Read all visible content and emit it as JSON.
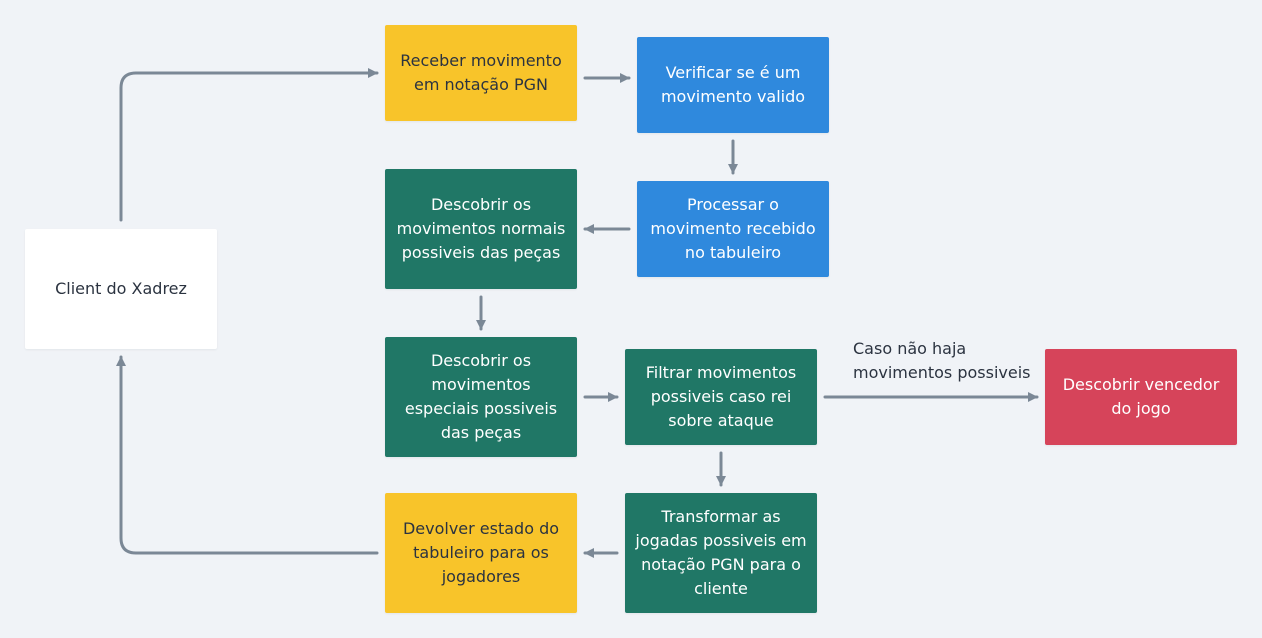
{
  "colors": {
    "background": "#f0f3f7",
    "connector": "#7b8896",
    "client": "#ffffff",
    "io_step": "#f8c42a",
    "validation_step": "#2f89dd",
    "move_step": "#207766",
    "end_step": "#d6445a"
  },
  "nodes": {
    "client": "Client do Xadrez",
    "receive": "Receber movimento em notação PGN",
    "verify": "Verificar se é um movimento valido",
    "process": "Processar o movimento recebido no tabuleiro",
    "normal_moves": "Descobrir os movimentos normais possiveis das peças",
    "special_moves": "Descobrir os movimentos especiais possiveis das peças",
    "filter": "Filtrar movimentos possiveis caso rei sobre ataque",
    "winner": "Descobrir vencedor do jogo",
    "transform": "Transformar as jogadas possiveis em notação PGN para o cliente",
    "return_state": "Devolver estado do tabuleiro para os jogadores"
  },
  "edge_labels": {
    "no_moves": "Caso não haja movimentos possiveis"
  }
}
